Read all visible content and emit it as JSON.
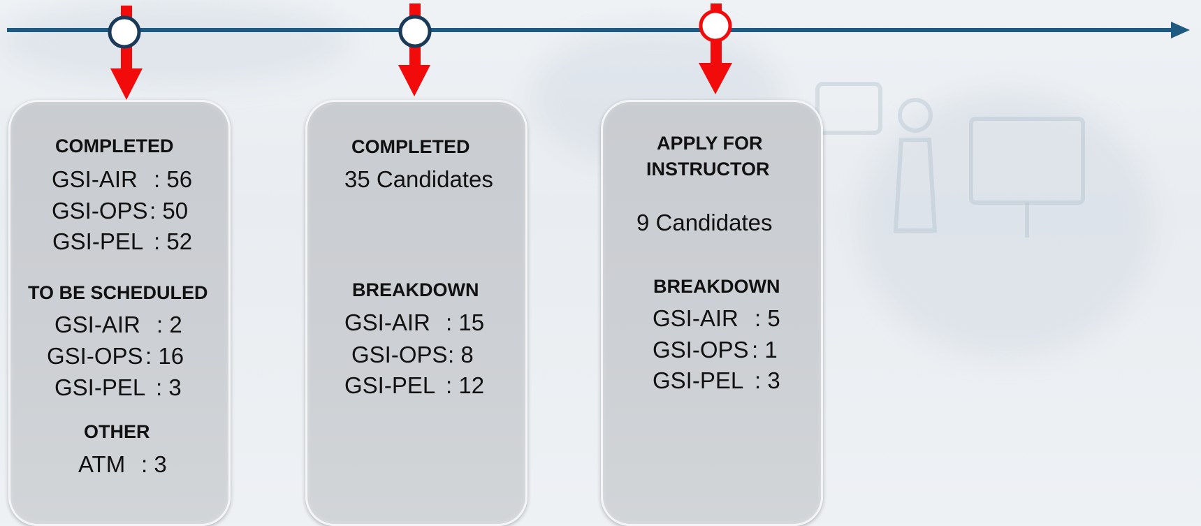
{
  "colors": {
    "timeline": "#1f5a80",
    "arrow": "#f20b0b",
    "card_bg": "#cbced2",
    "card_border": "#f4f5f7",
    "marker_fill": "#ffffff"
  },
  "cards": [
    {
      "sections": [
        {
          "heading": "COMPLETED",
          "rows": [
            {
              "label": "GSI-AIR",
              "value": ": 56"
            },
            {
              "label": "GSI-OPS",
              "value": ": 50"
            },
            {
              "label": "GSI-PEL",
              "value": ": 52"
            }
          ]
        },
        {
          "heading": "TO BE SCHEDULED",
          "rows": [
            {
              "label": "GSI-AIR",
              "value": ": 2"
            },
            {
              "label": "GSI-OPS",
              "value": ": 16"
            },
            {
              "label": "GSI-PEL",
              "value": ": 3"
            }
          ]
        },
        {
          "heading": "OTHER",
          "rows": [
            {
              "label": "ATM",
              "value": ": 3"
            }
          ]
        }
      ]
    },
    {
      "heading": "COMPLETED",
      "candidates": "35 Candidates",
      "breakdown_heading": "BREAKDOWN",
      "rows": [
        {
          "label": "GSI-AIR",
          "value": ": 15"
        },
        {
          "label": "GSI-OPS",
          "value": ": 8"
        },
        {
          "label": "GSI-PEL",
          "value": ": 12"
        }
      ]
    },
    {
      "heading_line1": "APPLY FOR",
      "heading_line2": "INSTRUCTOR",
      "candidates": "9 Candidates",
      "breakdown_heading": "BREAKDOWN",
      "rows": [
        {
          "label": "GSI-AIR",
          "value": ": 5"
        },
        {
          "label": "GSI-OPS",
          "value": ": 1"
        },
        {
          "label": "GSI-PEL",
          "value": ": 3"
        }
      ]
    }
  ]
}
